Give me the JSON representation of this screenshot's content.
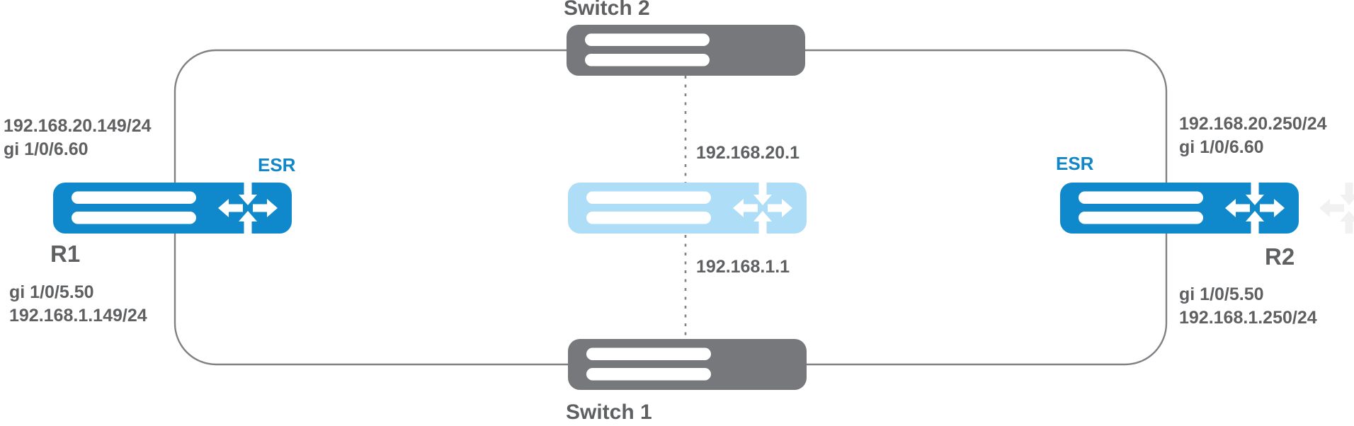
{
  "diagram": {
    "colors": {
      "router_blue": "#0f89cb",
      "virtual_blue": "#aeddf7",
      "switch_gray": "#77787b",
      "line_gray": "#7f8184",
      "label_gray": "#5f6062",
      "esr_blue": "#1187ca",
      "ghost_gray": "#f1f1f1"
    },
    "switch2": {
      "label": "Switch 2",
      "icon": "switch-icon"
    },
    "switch1": {
      "label": "Switch 1",
      "icon": "switch-icon"
    },
    "r1": {
      "name": "R1",
      "type": "ESR",
      "icon": "router-icon",
      "top_ip": "192.168.20.149/24",
      "top_port": "gi 1/0/6.60",
      "bottom_port": "gi 1/0/5.50",
      "bottom_ip": "192.168.1.149/24"
    },
    "r2": {
      "name": "R2",
      "type": "ESR",
      "icon": "router-icon",
      "top_ip": "192.168.20.250/24",
      "top_port": "gi 1/0/6.60",
      "bottom_port": "gi 1/0/5.50",
      "bottom_ip": "192.168.1.250/24"
    },
    "virtual_router": {
      "icon": "virtual-router-icon",
      "vip_top": "192.168.20.1",
      "vip_bottom": "192.168.1.1"
    }
  }
}
